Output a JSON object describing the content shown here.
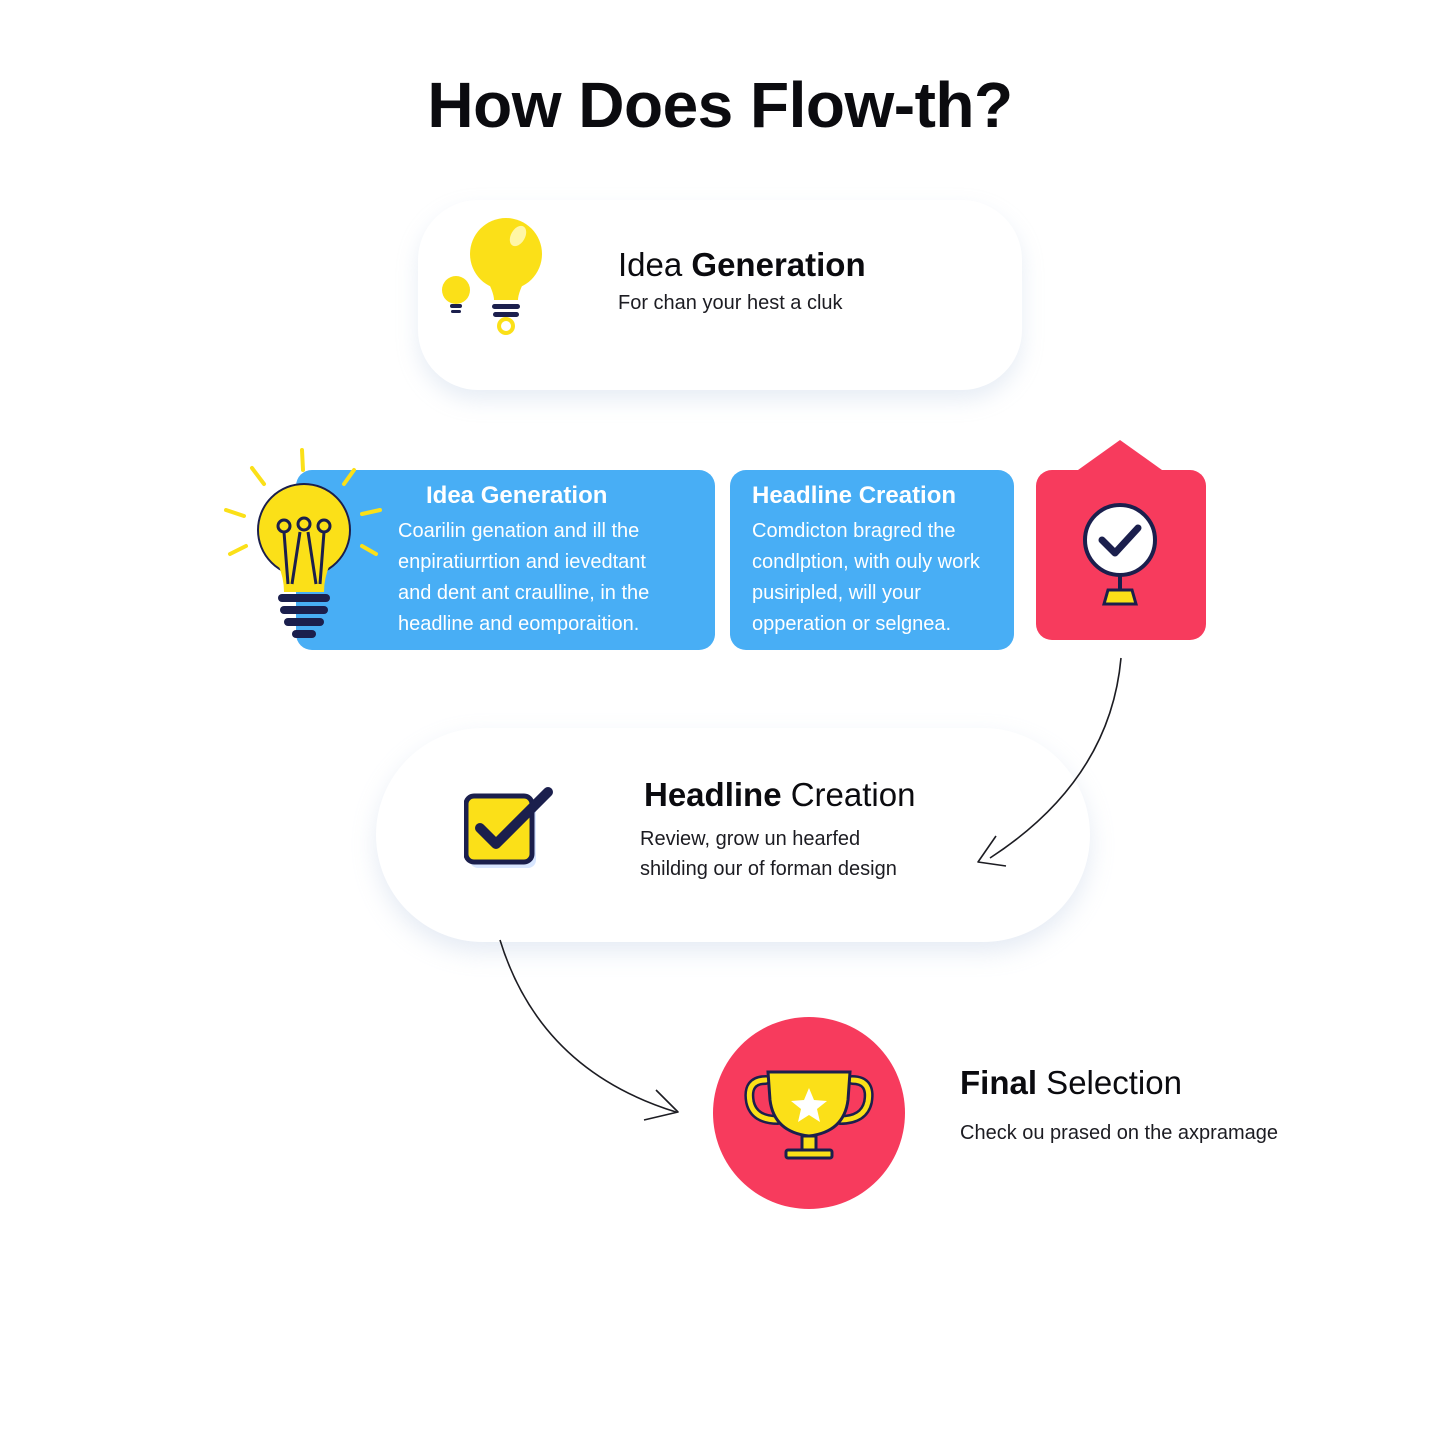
{
  "title": "How Does Flow-th?",
  "steps": {
    "idea_card": {
      "title_regular": "Idea ",
      "title_bold": "Generation",
      "desc": "For chan your hest a cluk",
      "icon": "lightbulb-icon"
    },
    "panel_idea": {
      "title": "Idea Generation",
      "lines": [
        "Coarilin genation and ill the",
        "enpiratiurrtion and ievedtant",
        "and dent ant craulline, in the",
        "headline and eomporaition."
      ],
      "icon": "lightbulb-icon"
    },
    "panel_headline": {
      "title": "Headline Creation",
      "lines": [
        "Comdicton bragred the",
        "condlption, with ouly work",
        "pusiripled, will your",
        "opperation or selgnea."
      ]
    },
    "review_badge": {
      "icon": "check-circle-icon"
    },
    "headline_card": {
      "title_bold": "Headline",
      "title_regular": " Creation",
      "desc_lines": [
        "Review, grow un hearfed",
        "shilding our of forman design"
      ],
      "icon": "checkbox-icon"
    },
    "final": {
      "title_bold": "Final",
      "title_regular": " Selection",
      "desc": "Check ou prased on the axpramage",
      "icon": "trophy-icon"
    }
  },
  "colors": {
    "panel_blue": "#48aef5",
    "accent_red": "#f73b5d",
    "bulb_yellow": "#fbe018",
    "navy": "#1b1f4d"
  }
}
